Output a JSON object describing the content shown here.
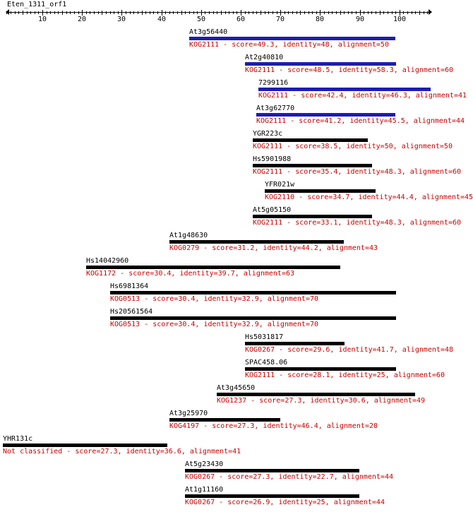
{
  "query": {
    "name": "Eten_1311_orf1",
    "axis_ticks": [
      "10",
      "20",
      "30",
      "40",
      "50",
      "60",
      "70",
      "80",
      "90",
      "100"
    ]
  },
  "colors": {
    "bar_default": "#000000",
    "bar_highlight": "#1c1cb4",
    "label": "#000000",
    "description": "#cc0000"
  },
  "hits": [
    {
      "name": "At3g56440",
      "desc": "KOG2111 - score=49.3, identity=48, alignment=50",
      "start": 47,
      "end": 99,
      "color": "bar_highlight"
    },
    {
      "name": "At2g40810",
      "desc": "KOG2111 - score=48.5, identity=58.3, alignment=60",
      "start": 61,
      "end": 99,
      "color": "bar_highlight"
    },
    {
      "name": "7299116",
      "desc": "KOG2111 - score=42.4, identity=46.3, alignment=41",
      "start": 64.5,
      "end": 108,
      "color": "bar_highlight"
    },
    {
      "name": "At3g62770",
      "desc": "KOG2111 - score=41.2, identity=45.5, alignment=44",
      "start": 64,
      "end": 99,
      "color": "bar_highlight"
    },
    {
      "name": "YGR223c",
      "desc": "KOG2111 - score=38.5, identity=50, alignment=50",
      "start": 63,
      "end": 92,
      "color": "bar_default"
    },
    {
      "name": "Hs5901988",
      "desc": "KOG2111 - score=35.4, identity=48.3, alignment=60",
      "start": 63,
      "end": 93,
      "color": "bar_default"
    },
    {
      "name": "YFR021w",
      "desc": "KOG2110 - score=34.7, identity=44.4, alignment=45",
      "start": 66,
      "end": 94,
      "color": "bar_default"
    },
    {
      "name": "At5g05150",
      "desc": "KOG2111 - score=33.1, identity=48.3, alignment=60",
      "start": 63,
      "end": 93,
      "color": "bar_default"
    },
    {
      "name": "At1g48630",
      "desc": "KOG0279 - score=31.2, identity=44.2, alignment=43",
      "start": 42,
      "end": 86,
      "color": "bar_default"
    },
    {
      "name": "Hs14042960",
      "desc": "KOG1172 - score=30.4, identity=39.7, alignment=63",
      "start": 21,
      "end": 85,
      "color": "bar_default"
    },
    {
      "name": "Hs6981364",
      "desc": "KOG0513 - score=30.4, identity=32.9, alignment=70",
      "start": 27,
      "end": 99,
      "color": "bar_default"
    },
    {
      "name": "Hs20561564",
      "desc": "KOG0513 - score=30.4, identity=32.9, alignment=70",
      "start": 27,
      "end": 99,
      "color": "bar_default"
    },
    {
      "name": "Hs5031817",
      "desc": "KOG0267 - score=29.6, identity=41.7, alignment=48",
      "start": 61,
      "end": 86,
      "color": "bar_default"
    },
    {
      "name": "SPAC458.06",
      "desc": "KOG2111 - score=28.1, identity=25, alignment=60",
      "start": 61,
      "end": 99,
      "color": "bar_default"
    },
    {
      "name": "At3g45650",
      "desc": "KOG1237 - score=27.3, identity=30.6, alignment=49",
      "start": 54,
      "end": 104,
      "color": "bar_default"
    },
    {
      "name": "At3g25970",
      "desc": "KOG4197 - score=27.3, identity=46.4, alignment=28",
      "start": 42,
      "end": 70,
      "color": "bar_default"
    },
    {
      "name": "YHR131c",
      "desc": "Not classified - score=27.3, identity=36.6, alignment=41",
      "start": 0,
      "end": 41.5,
      "color": "bar_default"
    },
    {
      "name": "At5g23430",
      "desc": "KOG0267 - score=27.3, identity=22.7, alignment=44",
      "start": 46,
      "end": 90,
      "color": "bar_default"
    },
    {
      "name": "At1g11160",
      "desc": "KOG0267 - score=26.9, identity=25, alignment=44",
      "start": 46,
      "end": 90,
      "color": "bar_default"
    }
  ]
}
